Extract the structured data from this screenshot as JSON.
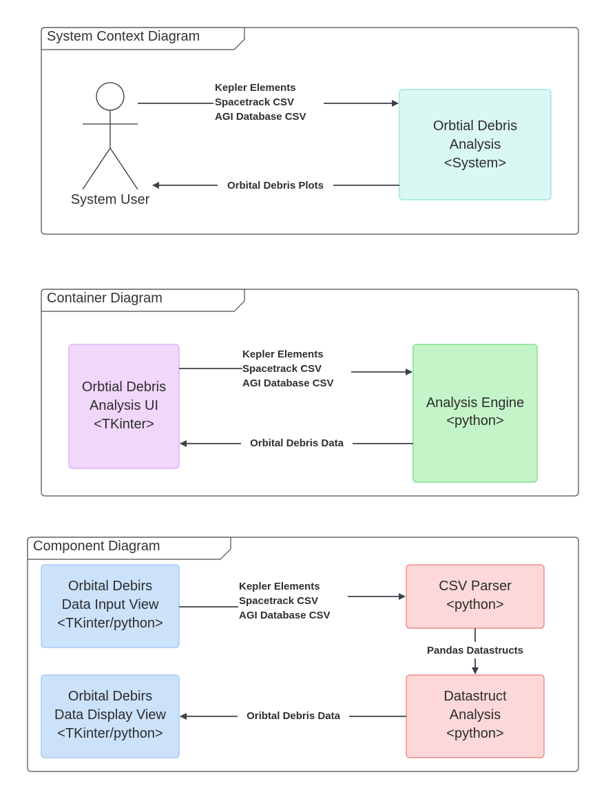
{
  "colors": {
    "frame_stroke": "#4a4a4a",
    "line": "#3a3f4a",
    "system_fill": "#daf8f3",
    "system_stroke": "#9ee6dc",
    "ui_fill": "#f1d7fa",
    "ui_stroke": "#dcb3ee",
    "engine_fill": "#c4f5c8",
    "engine_stroke": "#86dc90",
    "blue_fill": "#cce2fb",
    "blue_stroke": "#a6c9f3",
    "red_fill": "#fcd8d8",
    "red_stroke": "#f08a8a"
  },
  "context": {
    "title": "System Context Diagram",
    "actor": {
      "label": "System User",
      "icon": "stick-figure"
    },
    "system": {
      "line1": "Orbtial Debris",
      "line2": "Analysis",
      "line3": "<System>"
    },
    "input_edge": {
      "line1": "Kepler Elements",
      "line2": "Spacetrack CSV",
      "line3": "AGI Database CSV"
    },
    "output_edge": {
      "label": "Orbital Debris Plots"
    }
  },
  "container": {
    "title": "Container Diagram",
    "ui": {
      "line1": "Orbtial Debris",
      "line2": "Analysis UI",
      "line3": "<TKinter>"
    },
    "engine": {
      "line1": "Analysis Engine",
      "line2": "<python>"
    },
    "input_edge": {
      "line1": "Kepler Elements",
      "line2": "Spacetrack CSV",
      "line3": "AGI Database CSV"
    },
    "output_edge": {
      "label": "Orbital Debris Data"
    }
  },
  "component": {
    "title": "Component Diagram",
    "input_view": {
      "line1": "Orbital Debirs",
      "line2": "Data Input View",
      "line3": "<TKinter/python>"
    },
    "display_view": {
      "line1": "Orbital Debirs",
      "line2": "Data Display View",
      "line3": "<TKinter/python>"
    },
    "parser": {
      "line1": "CSV Parser",
      "line2": "<python>"
    },
    "analysis": {
      "line1": "Datastruct",
      "line2": "Analysis",
      "line3": "<python>"
    },
    "input_edge": {
      "line1": "Kepler Elements",
      "line2": "Spacetrack CSV",
      "line3": "AGI Database CSV"
    },
    "mid_edge": {
      "label": "Pandas Datastructs"
    },
    "output_edge": {
      "label": "Oribtal Debris Data"
    }
  }
}
